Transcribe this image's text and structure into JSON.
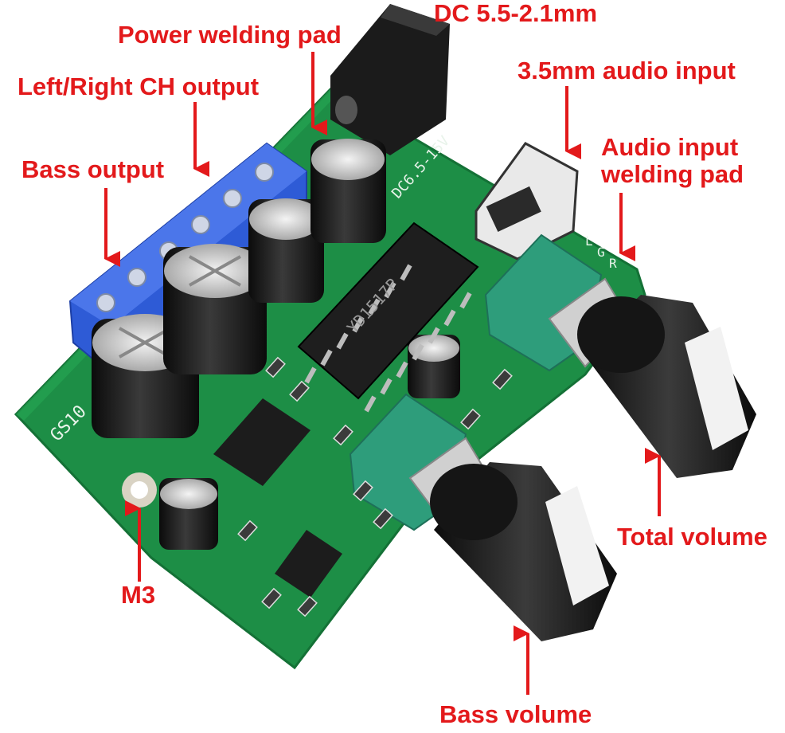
{
  "colors": {
    "label_text": "#e3191b",
    "arrow": "#e3191b",
    "pcb": "#1d8e46",
    "terminal_block": "#2e5bd6",
    "capacitor": "#1a1a1a",
    "potentiometer": "#2e9d7b",
    "knob": "#202020",
    "knob_stripe": "#f2f2f2"
  },
  "labels": {
    "dc_jack": "DC 5.5-2.1mm",
    "power_pad": "Power welding pad",
    "lr_output": "Left/Right CH output",
    "audio_jack": "3.5mm audio input",
    "audio_pad": "Audio input welding pad",
    "bass_output": "Bass output",
    "total_volume": "Total volume",
    "m3_hole": "M3",
    "bass_volume": "Bass volume"
  },
  "silkscreen": {
    "chip": "YD1517P",
    "model": "GS10",
    "dc_rating": "DC6.5-15V",
    "pad_left": "L",
    "pad_ground": "G",
    "pad_right": "R"
  }
}
